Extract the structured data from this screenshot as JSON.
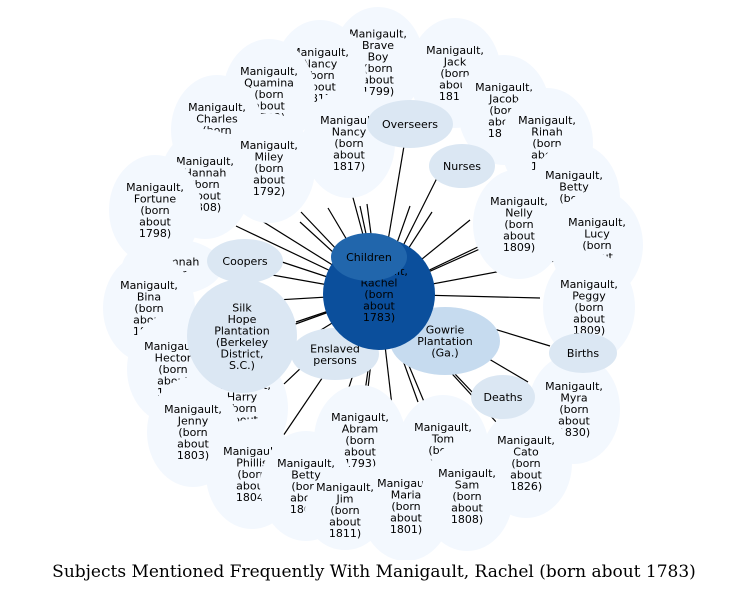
{
  "title": "Subjects Mentioned Frequently With Manigault, Rachel (born about 1783)",
  "colors": {
    "center": "#0b4f9c",
    "children": "#2166ac",
    "gowrie": "#c6dbef",
    "silk_hope": "#dbe7f3",
    "category": "#dbe7f3",
    "person": "#f3f8fe",
    "edge": "#000000"
  },
  "nodes": [
    {
      "id": "center",
      "label": "Manigault,\nRachel\n(born\nabout\n1783)",
      "kind": "center"
    },
    {
      "id": "children",
      "label": "Children",
      "kind": "children"
    },
    {
      "id": "gowrie",
      "label": "Gowrie\nPlantation\n(Ga.)",
      "kind": "gowrie"
    },
    {
      "id": "silk",
      "label": "Silk\nHope\nPlantation\n(Berkeley\nDistrict,\nS.C.)",
      "kind": "silk_hope"
    },
    {
      "id": "enslaved",
      "label": "Enslaved\npersons",
      "kind": "category"
    },
    {
      "id": "overseers",
      "label": "Overseers",
      "kind": "category"
    },
    {
      "id": "nurses",
      "label": "Nurses",
      "kind": "category"
    },
    {
      "id": "coopers",
      "label": "Coopers",
      "kind": "category"
    },
    {
      "id": "deaths",
      "label": "Deaths",
      "kind": "category"
    },
    {
      "id": "births",
      "label": "Births",
      "kind": "category"
    },
    {
      "id": "savannah",
      "label": "Savannah\nRiver",
      "kind": "person"
    },
    {
      "id": "brave",
      "label": "Manigault,\nBrave\nBoy\n(born\nabout\n1799)",
      "kind": "person"
    },
    {
      "id": "nancy_top",
      "label": "Manigault,\nNancy\n(born\nabout\n1817)",
      "kind": "person"
    },
    {
      "id": "jack",
      "label": "Manigault,\nJack\n(born\nabout\n1818)",
      "kind": "person"
    },
    {
      "id": "quamina",
      "label": "Manigault,\nQuamina\n(born\nabout\n1782)",
      "kind": "person"
    },
    {
      "id": "jacob",
      "label": "Manigault,\nJacob\n(born\nabout\n1814)",
      "kind": "person"
    },
    {
      "id": "charles",
      "label": "Manigault,\nCharles\n(born\nabout\n1800)",
      "kind": "person"
    },
    {
      "id": "miley",
      "label": "Manigault,\nMiley\n(born\nabout\n1792)",
      "kind": "person"
    },
    {
      "id": "nancy",
      "label": "Manigault,\nNancy\n(born\nabout\n1817)",
      "kind": "person"
    },
    {
      "id": "rinah",
      "label": "Manigault,\nRinah\n(born\nabout\n1823)",
      "kind": "person"
    },
    {
      "id": "hannah",
      "label": "Manigault,\nHannah\n(born\nabout\n1808)",
      "kind": "person"
    },
    {
      "id": "r_1813",
      "label": "Manigault,\nBetty\n(born\nabout\n1813)",
      "kind": "person"
    },
    {
      "id": "fortune",
      "label": "Manigault,\nFortune\n(born\nabout\n1798)",
      "kind": "person"
    },
    {
      "id": "nelly",
      "label": "Manigault,\nNelly\n(born\nabout\n1809)",
      "kind": "person"
    },
    {
      "id": "r_1803",
      "label": "Manigault,\nLucy\n(born\nabout\n1803)",
      "kind": "person"
    },
    {
      "id": "bina",
      "label": "Manigault,\nBina\n(born\nabout\n1800)",
      "kind": "person"
    },
    {
      "id": "r_1809",
      "label": "Manigault,\nPeggy\n(born\nabout\n1809)",
      "kind": "person"
    },
    {
      "id": "hector",
      "label": "Manigault,\nHector\n(born\nabout\n1820)",
      "kind": "person"
    },
    {
      "id": "harry",
      "label": "Manigault,\nHarry\n(born\nabout\n1805)",
      "kind": "person"
    },
    {
      "id": "l_1803",
      "label": "Manigault,\nJenny\n(born\nabout\n1803)",
      "kind": "person"
    },
    {
      "id": "myra",
      "label": "Manigault,\nMyra\n(born\nabout\n1830)",
      "kind": "person"
    },
    {
      "id": "abram",
      "label": "Manigault,\nAbram\n(born\nabout\n1793)",
      "kind": "person"
    },
    {
      "id": "tom",
      "label": "Manigault,\nTom\n(born\nabout\n1832)",
      "kind": "person"
    },
    {
      "id": "cato",
      "label": "Manigault,\nCato\n(born\nabout\n1826)",
      "kind": "person"
    },
    {
      "id": "phillis",
      "label": "Manigault,\nPhillis\n(born\nabout\n1804)",
      "kind": "person"
    },
    {
      "id": "b_1809",
      "label": "Manigault,\nBetty\n(born\nabout\n1809)",
      "kind": "person"
    },
    {
      "id": "maria",
      "label": "Manigault,\nMaria\n(born\nabout\n1801)",
      "kind": "person"
    },
    {
      "id": "b_1808",
      "label": "Manigault,\nSam\n(born\nabout\n1808)",
      "kind": "person"
    },
    {
      "id": "b_mid",
      "label": "Manigault,\nJim\n(born\nabout\n1811)",
      "kind": "person"
    }
  ],
  "edges": [
    [
      "center",
      "children"
    ],
    [
      "center",
      "gowrie"
    ],
    [
      "center",
      "silk"
    ],
    [
      "center",
      "enslaved"
    ],
    [
      "center",
      "overseers"
    ],
    [
      "center",
      "nurses"
    ],
    [
      "center",
      "coopers"
    ],
    [
      "center",
      "deaths"
    ],
    [
      "center",
      "births"
    ],
    [
      "center",
      "savannah"
    ],
    [
      "center",
      "brave"
    ],
    [
      "center",
      "nancy_top"
    ],
    [
      "center",
      "jack"
    ],
    [
      "center",
      "quamina"
    ],
    [
      "center",
      "jacob"
    ],
    [
      "center",
      "charles"
    ],
    [
      "center",
      "miley"
    ],
    [
      "center",
      "nancy"
    ],
    [
      "center",
      "rinah"
    ],
    [
      "center",
      "hannah"
    ],
    [
      "center",
      "r_1813"
    ],
    [
      "center",
      "fortune"
    ],
    [
      "center",
      "nelly"
    ],
    [
      "center",
      "r_1803"
    ],
    [
      "center",
      "bina"
    ],
    [
      "center",
      "r_1809"
    ],
    [
      "center",
      "hector"
    ],
    [
      "center",
      "harry"
    ],
    [
      "center",
      "l_1803"
    ],
    [
      "center",
      "myra"
    ],
    [
      "center",
      "abram"
    ],
    [
      "center",
      "tom"
    ],
    [
      "center",
      "cato"
    ],
    [
      "center",
      "phillis"
    ],
    [
      "center",
      "b_1809"
    ],
    [
      "center",
      "maria"
    ],
    [
      "center",
      "b_1808"
    ],
    [
      "center",
      "b_mid"
    ]
  ]
}
